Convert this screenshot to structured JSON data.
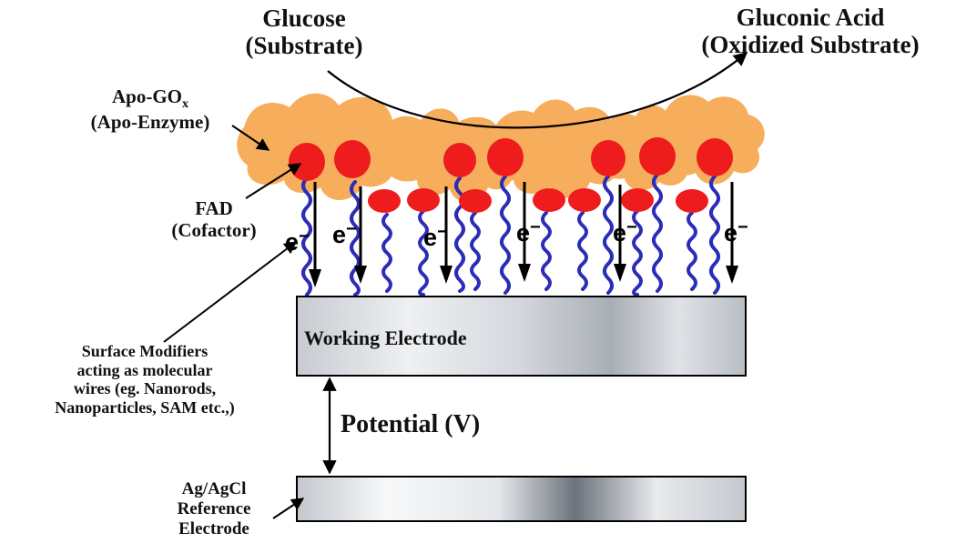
{
  "labels": {
    "glucose": "Glucose",
    "glucose_sub": "(Substrate)",
    "gluconic": "Gluconic Acid",
    "gluconic_sub": "(Oxidized Substrate)",
    "apo_gox": "Apo-GO",
    "apo_gox_subscript": "x",
    "apo_enzyme": "(Apo-Enzyme)",
    "fad": "FAD",
    "fad_sub": "(Cofactor)",
    "modifiers": [
      "Surface Modifiers",
      "acting as molecular",
      "wires (eg. Nanorods,",
      "Nanoparticles, SAM etc.,)"
    ],
    "working_electrode": "Working Electrode",
    "potential": "Potential (V)",
    "reference": [
      "Ag/AgCl",
      "Reference",
      "Electrode"
    ],
    "electron": "e",
    "electron_charge": "−"
  },
  "colors": {
    "enzyme": "#f6ad5c",
    "fad": "#ee1c1c",
    "wire": "#2b2cb8",
    "electrode_dark": "#6d737c",
    "electrode_light": "#f7f8f9"
  }
}
